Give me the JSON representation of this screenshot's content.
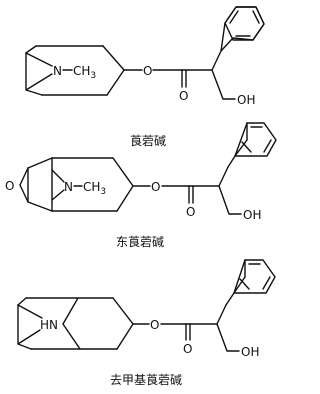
{
  "molecules": [
    {
      "caption": "莨菪碱",
      "atoms": {
        "n": "N",
        "methyl": "CH",
        "methyl_sub": "3",
        "ester_o": "O",
        "carbonyl_o": "O",
        "oh": "OH"
      }
    },
    {
      "caption": "东莨菪碱",
      "atoms": {
        "epoxide_o": "O",
        "n": "N",
        "methyl": "CH",
        "methyl_sub": "3",
        "ester_o": "O",
        "carbonyl_o": "O",
        "oh": "OH"
      }
    },
    {
      "caption": "去甲基莨菪碱",
      "atoms": {
        "nh": "HN",
        "ester_o": "O",
        "carbonyl_o": "O",
        "oh": "OH"
      }
    }
  ]
}
